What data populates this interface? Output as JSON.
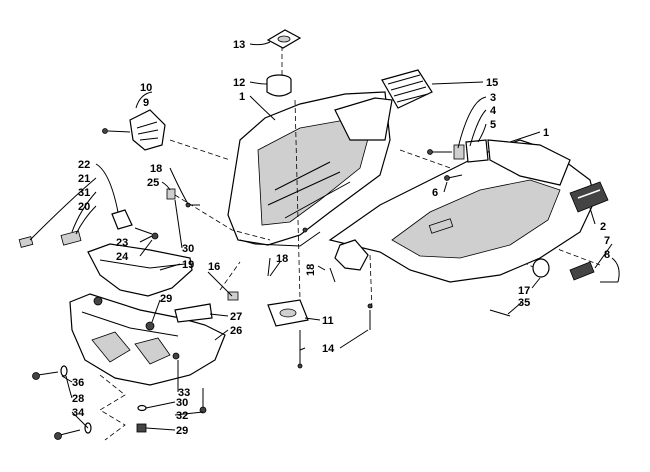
{
  "diagram": {
    "callouts": [
      {
        "key": "c13",
        "text": "13"
      },
      {
        "key": "c12",
        "text": "12"
      },
      {
        "key": "c1a",
        "text": "1"
      },
      {
        "key": "c10",
        "text": "10"
      },
      {
        "key": "c9",
        "text": "9"
      },
      {
        "key": "c15",
        "text": "15"
      },
      {
        "key": "c3",
        "text": "3"
      },
      {
        "key": "c4",
        "text": "4"
      },
      {
        "key": "c5",
        "text": "5"
      },
      {
        "key": "c1b",
        "text": "1"
      },
      {
        "key": "c6",
        "text": "6"
      },
      {
        "key": "c2",
        "text": "2"
      },
      {
        "key": "c22",
        "text": "22"
      },
      {
        "key": "c21",
        "text": "21"
      },
      {
        "key": "c31",
        "text": "31"
      },
      {
        "key": "c20",
        "text": "20"
      },
      {
        "key": "c18a",
        "text": "18"
      },
      {
        "key": "c25",
        "text": "25"
      },
      {
        "key": "c23",
        "text": "23"
      },
      {
        "key": "c24",
        "text": "24"
      },
      {
        "key": "c30a",
        "text": "30"
      },
      {
        "key": "c19",
        "text": "19"
      },
      {
        "key": "c16",
        "text": "16"
      },
      {
        "key": "c18b",
        "text": "18"
      },
      {
        "key": "c18c",
        "text": "18"
      },
      {
        "key": "c7",
        "text": "7"
      },
      {
        "key": "c8",
        "text": "8"
      },
      {
        "key": "c17",
        "text": "17"
      },
      {
        "key": "c35",
        "text": "35"
      },
      {
        "key": "c29a",
        "text": "29"
      },
      {
        "key": "c27",
        "text": "27"
      },
      {
        "key": "c26",
        "text": "26"
      },
      {
        "key": "c11",
        "text": "11"
      },
      {
        "key": "c14",
        "text": "14"
      },
      {
        "key": "c36",
        "text": "36"
      },
      {
        "key": "c28",
        "text": "28"
      },
      {
        "key": "c33",
        "text": "33"
      },
      {
        "key": "c34",
        "text": "34"
      },
      {
        "key": "c30b",
        "text": "30"
      },
      {
        "key": "c32",
        "text": "32"
      },
      {
        "key": "c29b",
        "text": "29"
      }
    ]
  }
}
